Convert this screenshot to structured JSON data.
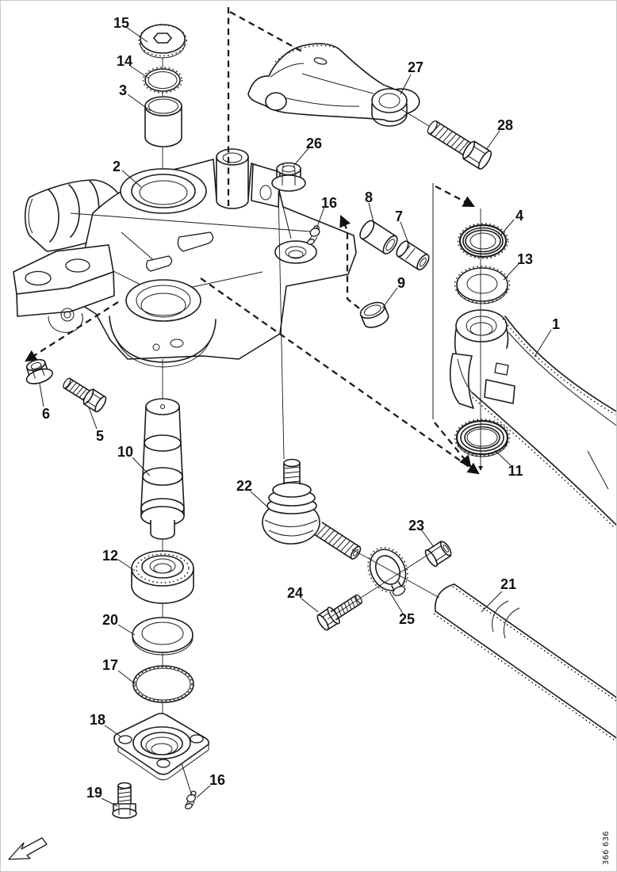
{
  "figure": {
    "number": "366 636"
  },
  "colors": {
    "ink": "#1b1b1b",
    "background": "#ffffff"
  },
  "callouts": {
    "c1": {
      "label": "1"
    },
    "c2": {
      "label": "2"
    },
    "c3": {
      "label": "3"
    },
    "c4": {
      "label": "4"
    },
    "c5": {
      "label": "5"
    },
    "c6": {
      "label": "6"
    },
    "c7": {
      "label": "7"
    },
    "c8": {
      "label": "8"
    },
    "c9": {
      "label": "9"
    },
    "c10": {
      "label": "10"
    },
    "c11": {
      "label": "11"
    },
    "c12": {
      "label": "12"
    },
    "c13": {
      "label": "13"
    },
    "c14": {
      "label": "14"
    },
    "c15": {
      "label": "15"
    },
    "c16a": {
      "label": "16"
    },
    "c16b": {
      "label": "16"
    },
    "c17": {
      "label": "17"
    },
    "c18": {
      "label": "18"
    },
    "c19": {
      "label": "19"
    },
    "c20": {
      "label": "20"
    },
    "c21": {
      "label": "21"
    },
    "c22": {
      "label": "22"
    },
    "c23": {
      "label": "23"
    },
    "c24": {
      "label": "24"
    },
    "c25": {
      "label": "25"
    },
    "c26": {
      "label": "26"
    },
    "c27": {
      "label": "27"
    },
    "c28": {
      "label": "28"
    }
  }
}
